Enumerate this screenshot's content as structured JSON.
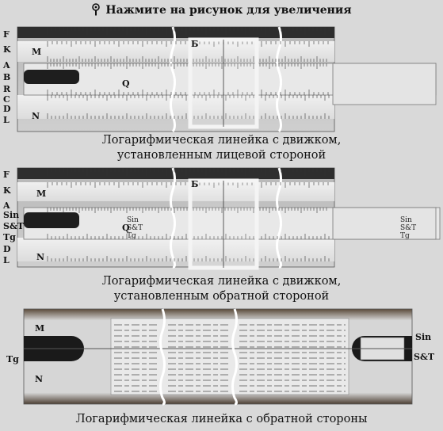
{
  "header": {
    "hint": "Нажмите на рисунок для увеличения",
    "hint_icon": "magnifier-icon"
  },
  "ruler1": {
    "left_labels": [
      "F",
      "K",
      "A",
      "B",
      "R",
      "C",
      "D",
      "L"
    ],
    "body_labels": {
      "top": "M",
      "bottom": "N",
      "slide": "Q",
      "cursor": "Б"
    },
    "caption_line1": "Логарифмическая линейка с движком,",
    "caption_line2": "установленным лицевой стороной"
  },
  "ruler2": {
    "left_labels": [
      "F",
      "K",
      "A",
      "Sin",
      "S&T",
      "Tg",
      "D",
      "L"
    ],
    "body_labels": {
      "top": "M",
      "bottom": "N",
      "slide": "Q",
      "cursor": "Б"
    },
    "slide_marks": {
      "sin": "Sin",
      "st": "S&T",
      "tg": "Tg"
    },
    "caption_line1": "Логарифмическая линейка с движком,",
    "caption_line2": "установленным  обратной  стороной"
  },
  "ruler3": {
    "left_labels": [
      "Tg"
    ],
    "right_labels": [
      "Sin",
      "S&T"
    ],
    "body_labels": {
      "top": "M",
      "bottom": "N"
    },
    "caption": "Логарифмическая линейка с обратной стороны"
  },
  "colors": {
    "background": "#d9d9d9",
    "ruler_body": "#c8c8c8",
    "ruler_dark": "#2a2a2a",
    "scale_face": "#e6e6e6",
    "cursor_frame": "#f2f2f2"
  }
}
